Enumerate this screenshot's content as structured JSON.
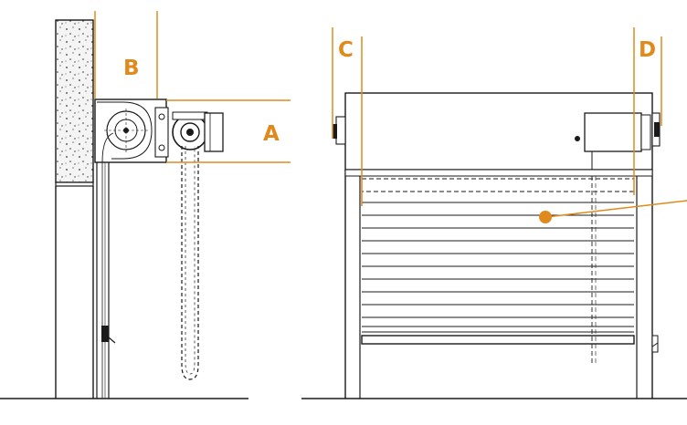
{
  "labels": {
    "a": "A",
    "b": "B",
    "c": "C",
    "d": "D"
  },
  "colors": {
    "accent": "#E08A1E",
    "ink": "#1a1a1a",
    "wall_fill": "#f3f3f3",
    "background": "#ffffff"
  },
  "views": {
    "side": "side-section",
    "front": "front-elevation"
  }
}
